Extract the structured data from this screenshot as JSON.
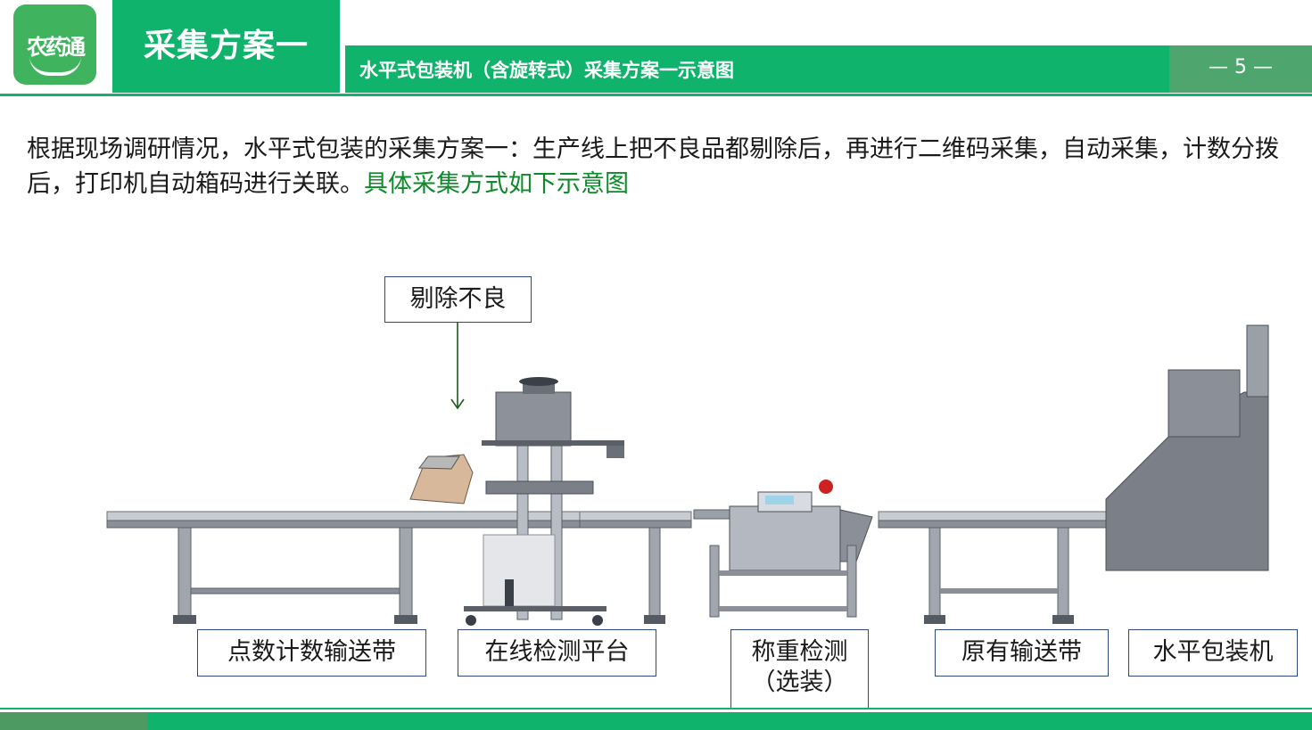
{
  "logo": {
    "text": "农药通"
  },
  "section": {
    "title": "采集方案一"
  },
  "header": {
    "title": "水平式包装机（含旋转式）采集方案一示意图",
    "page": "— 5 —"
  },
  "body": {
    "text": "根据现场调研情况，水平式包装的采集方案一：生产线上把不良品都剔除后，再进行二维码采集，自动采集，计数分拨后，打印机自动箱码进行关联。",
    "highlight": "具体采集方式如下示意图"
  },
  "diagram": {
    "labels": {
      "reject": "剔除不良",
      "counting_conveyor": "点数计数输送带",
      "online_inspection": "在线检测平台",
      "weighing_line1": "称重检测",
      "weighing_line2": "（选装）",
      "original_conveyor": "原有输送带",
      "packaging_machine": "水平包装机"
    }
  },
  "colors": {
    "primary": "#10b36b",
    "accent_text": "#0d8a2a",
    "label_border": "#2d4a7a"
  }
}
